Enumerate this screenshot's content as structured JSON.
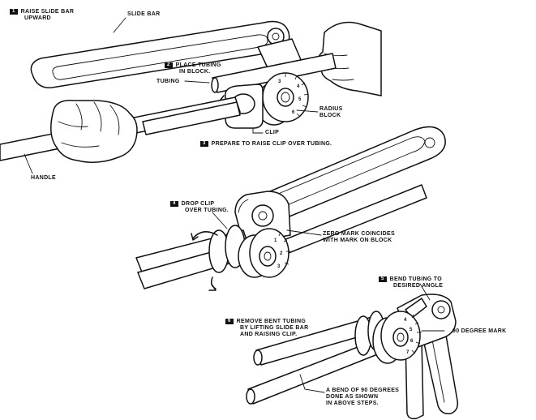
{
  "labels": {
    "step1": {
      "num": "1",
      "text": "RAISE SLIDE BAR",
      "text2": "UPWARD"
    },
    "slide_bar": "SLIDE BAR",
    "step2": {
      "num": "2",
      "text": "PLACE TUBING",
      "text2": "IN BLOCK."
    },
    "tubing": "TUBING",
    "radius_block": {
      "line1": "RADIUS",
      "line2": "BLOCK"
    },
    "clip": "CLIP",
    "step3": {
      "num": "3",
      "text": "PREPARE TO RAISE CLIP OVER TUBING."
    },
    "handle": "HANDLE",
    "step4": {
      "num": "4",
      "text": "DROP CLIP",
      "text2": "OVER TUBING."
    },
    "zero_mark": {
      "line1": "ZERO MARK COINCIDES",
      "line2": "WITH MARK ON BLOCK"
    },
    "step5": {
      "num": "5",
      "text": "BEND TUBING TO",
      "text2": "DESIRED ANGLE"
    },
    "step6": {
      "num": "6",
      "text": "REMOVE BENT TUBING",
      "text2": "BY LIFTING SLIDE BAR",
      "text3": "AND RAISING CLIP."
    },
    "degree_mark": "90 DEGREE MARK",
    "bend_note": {
      "line1": "A BEND OF 90 DEGREES",
      "line2": "DONE AS SHOWN",
      "line3": "IN ABOVE STEPS."
    }
  },
  "colors": {
    "ink": "#111111",
    "paper": "#ffffff"
  }
}
